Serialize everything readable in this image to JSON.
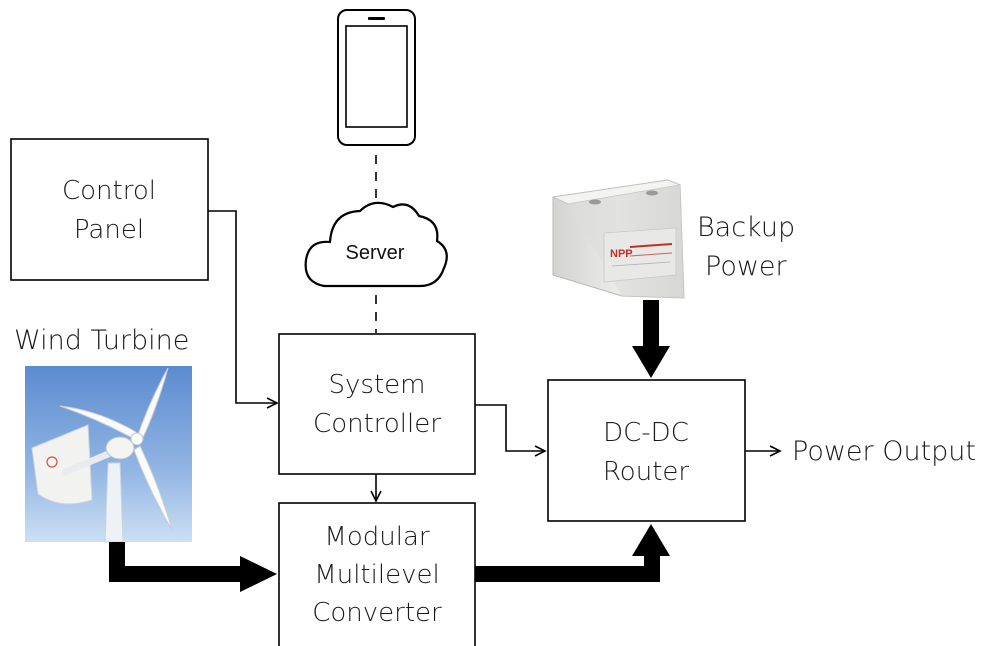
{
  "nodes": {
    "control_panel": {
      "line1": "Control",
      "line2": "Panel"
    },
    "system_controller": {
      "line1": "System",
      "line2": "Controller"
    },
    "converter": {
      "line1": "Modular",
      "line2": "Multilevel",
      "line3": "Converter"
    },
    "router": {
      "line1": "DC-DC",
      "line2": "Router"
    },
    "server": {
      "label": "Server"
    }
  },
  "labels": {
    "wind_turbine": "Wind Turbine",
    "backup_power_line1": "Backup",
    "backup_power_line2": "Power",
    "power_output": "Power Output"
  },
  "battery": {
    "brand": "NPP"
  },
  "colors": {
    "line": "#000000",
    "sky_top": "#5e8fd3",
    "sky_bottom": "#c3d8f0",
    "battery_body": "#e4e4e2"
  }
}
